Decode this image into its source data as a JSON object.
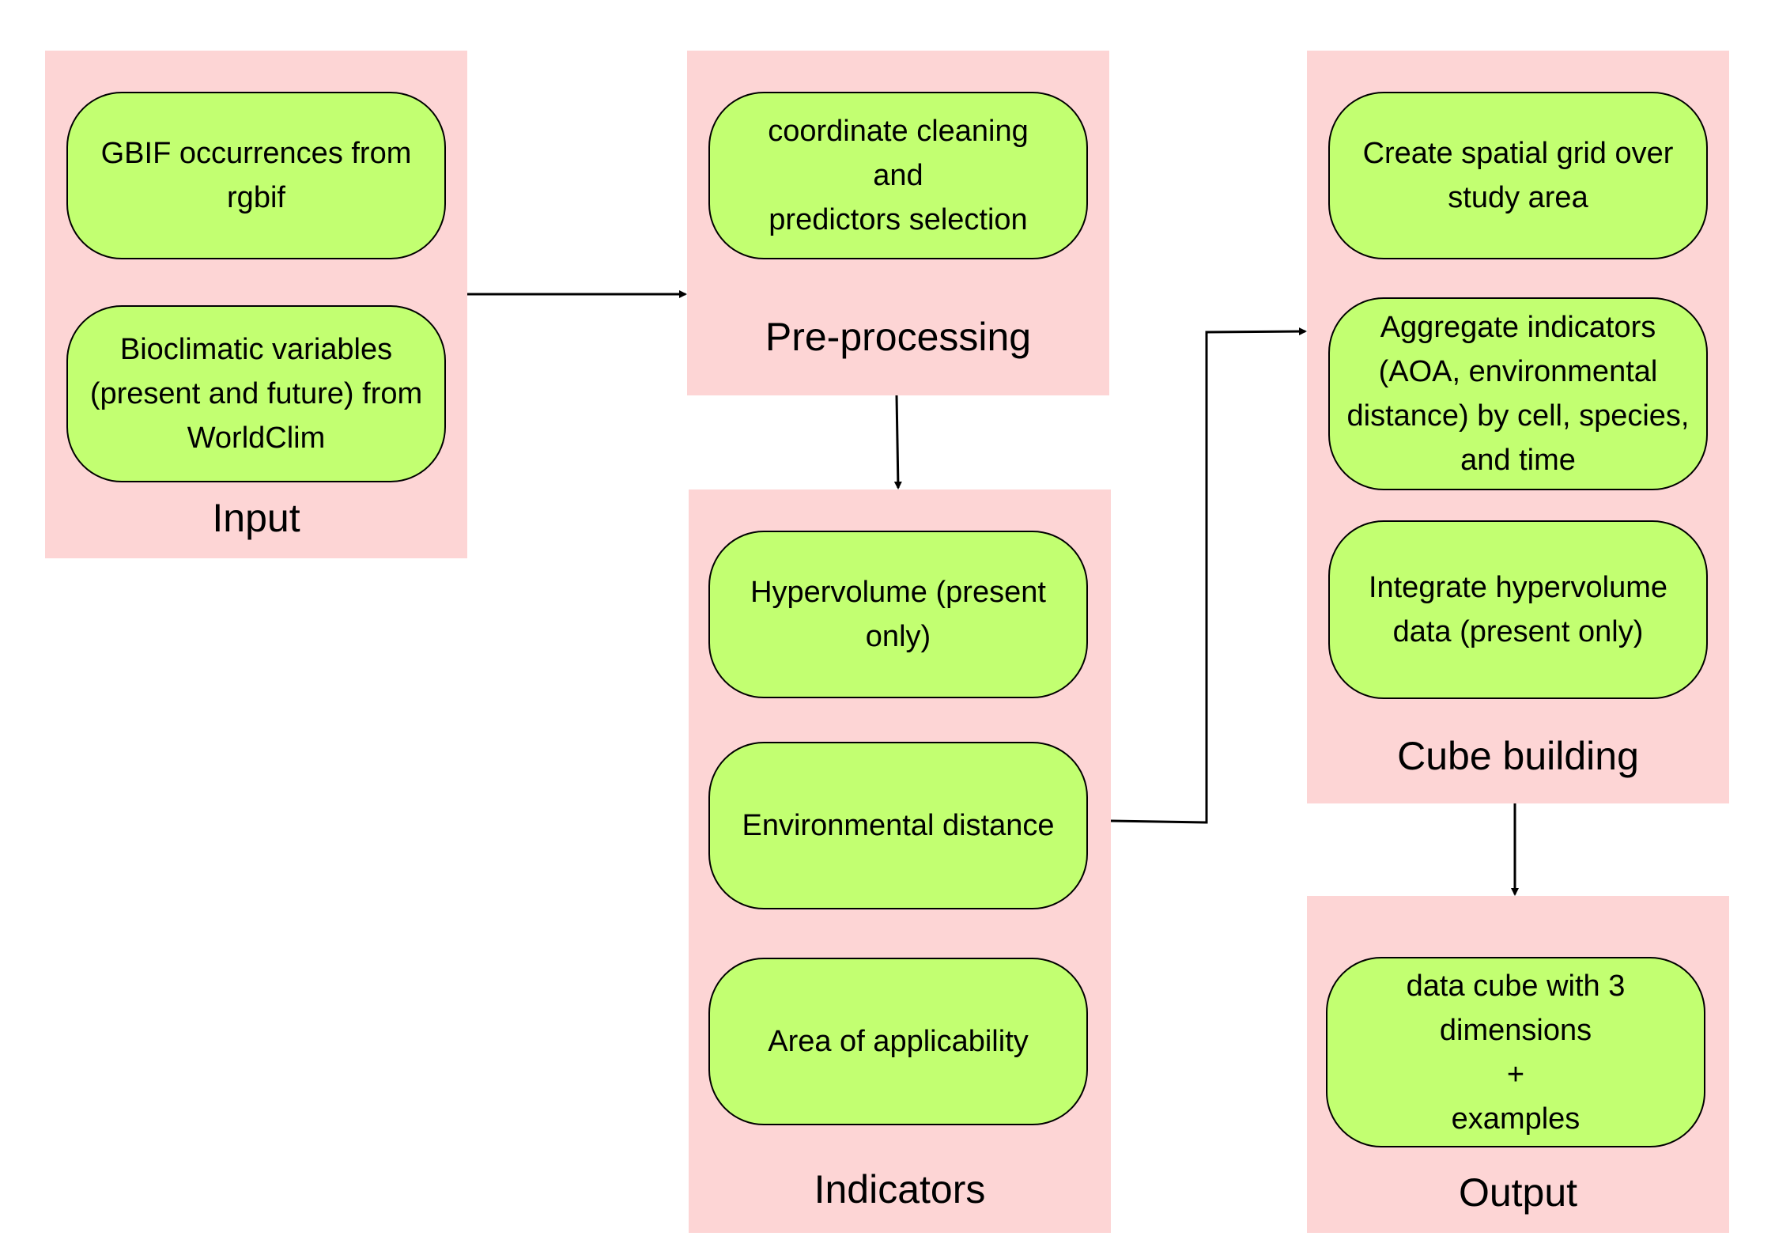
{
  "colors": {
    "group_fill": "#fdd5d5",
    "node_fill": "#c2ff71",
    "stroke": "#000000"
  },
  "groups": {
    "input": {
      "title": "Input",
      "nodes": [
        "GBIF occurrences from\nrgbif",
        "Bioclimatic variables\n(present and future) from\nWorldClim"
      ]
    },
    "preprocessing": {
      "title": "Pre-processing",
      "nodes": [
        "coordinate cleaning\nand\npredictors selection"
      ]
    },
    "indicators": {
      "title": "Indicators",
      "nodes": [
        "Hypervolume (present\nonly)",
        "Environmental distance",
        "Area of applicability"
      ]
    },
    "cube_building": {
      "title": "Cube building",
      "nodes": [
        "Create spatial grid over\nstudy area",
        "Aggregate indicators\n(AOA, environmental\ndistance) by cell, species,\nand time",
        "Integrate hypervolume\ndata (present only)"
      ]
    },
    "output": {
      "title": "Output",
      "nodes": [
        "data cube with 3\ndimensions\n+\nexamples"
      ]
    }
  },
  "edges": [
    {
      "from": "Input",
      "to": "Pre-processing"
    },
    {
      "from": "Pre-processing",
      "to": "Indicators"
    },
    {
      "from": "Indicators",
      "to": "Cube building"
    },
    {
      "from": "Cube building",
      "to": "Output"
    }
  ]
}
